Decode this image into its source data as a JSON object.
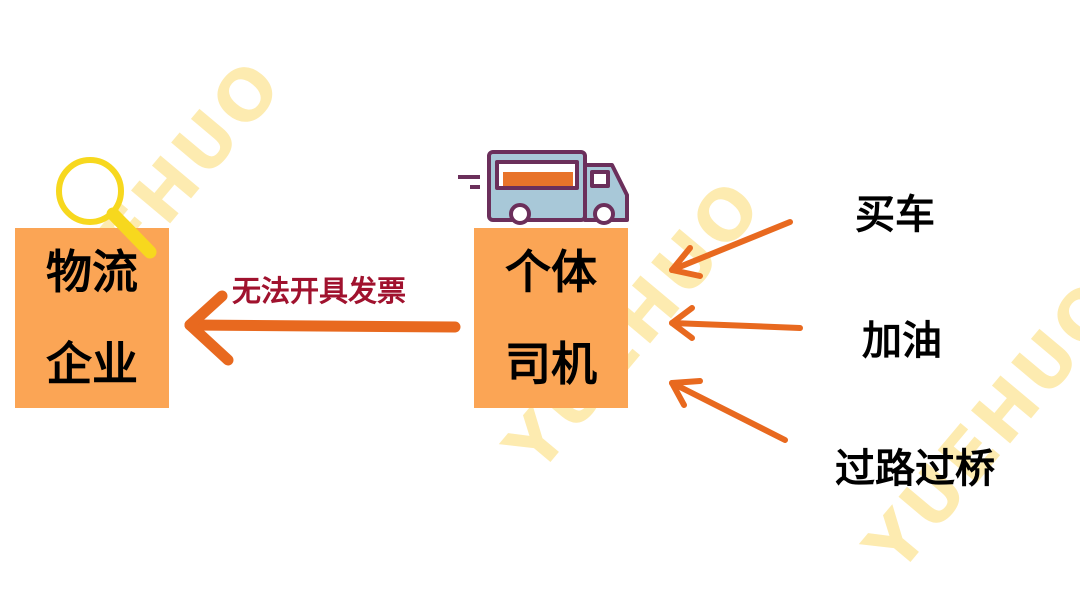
{
  "watermark": "YUEHUO",
  "left_box": {
    "line1": "物流",
    "line2": "企业"
  },
  "right_box": {
    "line1": "个体",
    "line2": "司机"
  },
  "arrow_label": "无法开具发票",
  "expenses": [
    "买车",
    "加油",
    "过路过桥"
  ],
  "colors": {
    "box": "#FBA555",
    "arrow": "#E8691F",
    "label": "#A0122E",
    "watermark": "#FDEBB0",
    "magnifier": "#F7D81E"
  }
}
